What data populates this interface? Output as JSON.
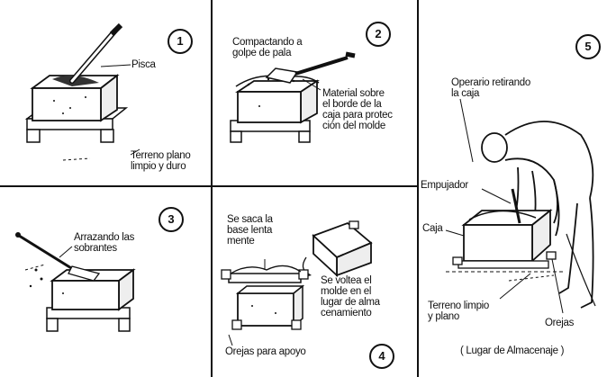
{
  "steps": [
    {
      "number": "1",
      "labels": {
        "tool": "Pisca",
        "ground": "Terreno plano\nlimpio y duro"
      }
    },
    {
      "number": "2",
      "labels": {
        "action": "Compactando a\ngolpe de pala",
        "material": "Material sobre\nel borde de la\ncaja para protec\nción del molde"
      }
    },
    {
      "number": "3",
      "labels": {
        "action": "Arrazando las\nsobrantes"
      }
    },
    {
      "number": "4",
      "labels": {
        "base": "Se saca la\nbase lenta\nmente",
        "flip": "Se voltea el\nmolde en el\nlugar de alma\ncenamiento",
        "ears": "Orejas para apoyo"
      }
    },
    {
      "number": "5",
      "labels": {
        "operator": "Operario retirando\nla caja",
        "pusher": "Empujador",
        "box": "Caja",
        "ground": "Terreno limpio\ny plano",
        "ears": "Orejas",
        "place": "( Lugar de Almacenaje )"
      }
    }
  ]
}
